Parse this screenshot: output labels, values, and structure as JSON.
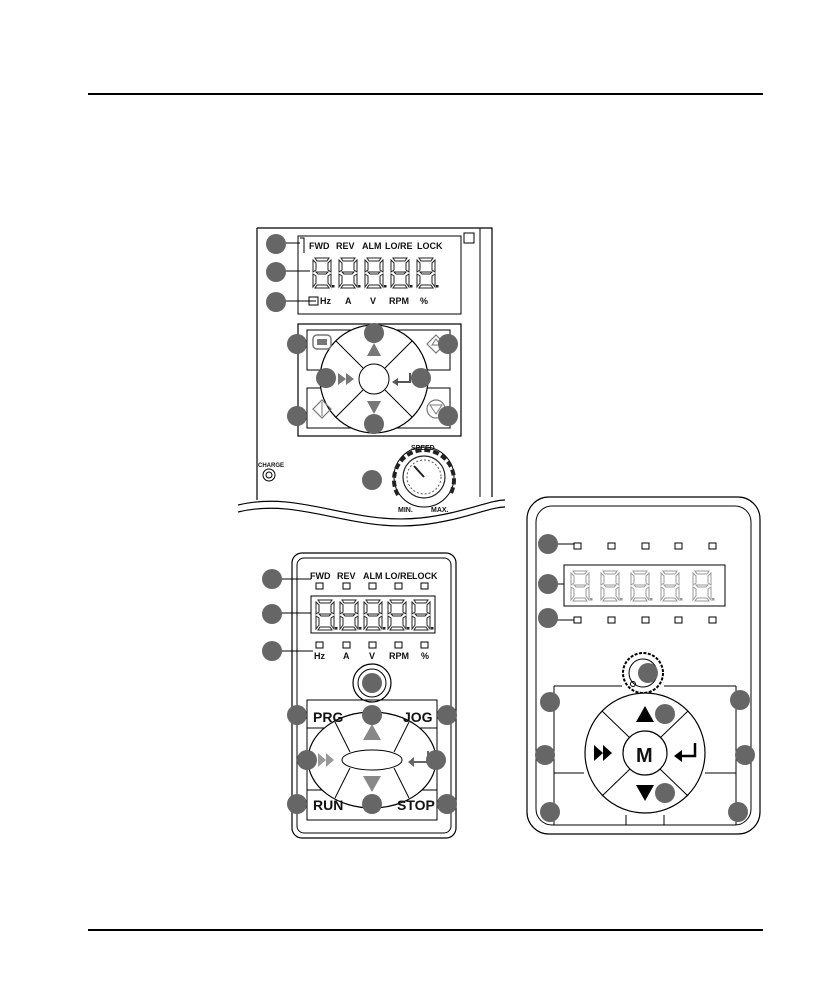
{
  "panel_top": {
    "indicators": [
      "FWD",
      "REV",
      "ALM",
      "LO/RE",
      "LOCK"
    ],
    "units": [
      "Hz",
      "A",
      "V",
      "RPM",
      "%"
    ],
    "speed_label": "SPEED",
    "min_label": "MIN.",
    "max_label": "MAX.",
    "charge_label": "CHARGE"
  },
  "panel_left": {
    "indicators": [
      "FWD",
      "REV",
      "ALM",
      "LO/RE",
      "LOCK"
    ],
    "units": [
      "Hz",
      "A",
      "V",
      "RPM",
      "%"
    ],
    "prg_label": "PRG",
    "jog_label": "JOG",
    "run_label": "RUN",
    "stop_label": "STOP"
  },
  "panel_right": {
    "m_label": "M"
  },
  "icons": [
    "up-arrow-icon",
    "down-arrow-icon",
    "fast-forward-icon",
    "enter-icon",
    "run-icon",
    "stop-icon",
    "program-icon",
    "jog-icon",
    "knob-icon"
  ]
}
